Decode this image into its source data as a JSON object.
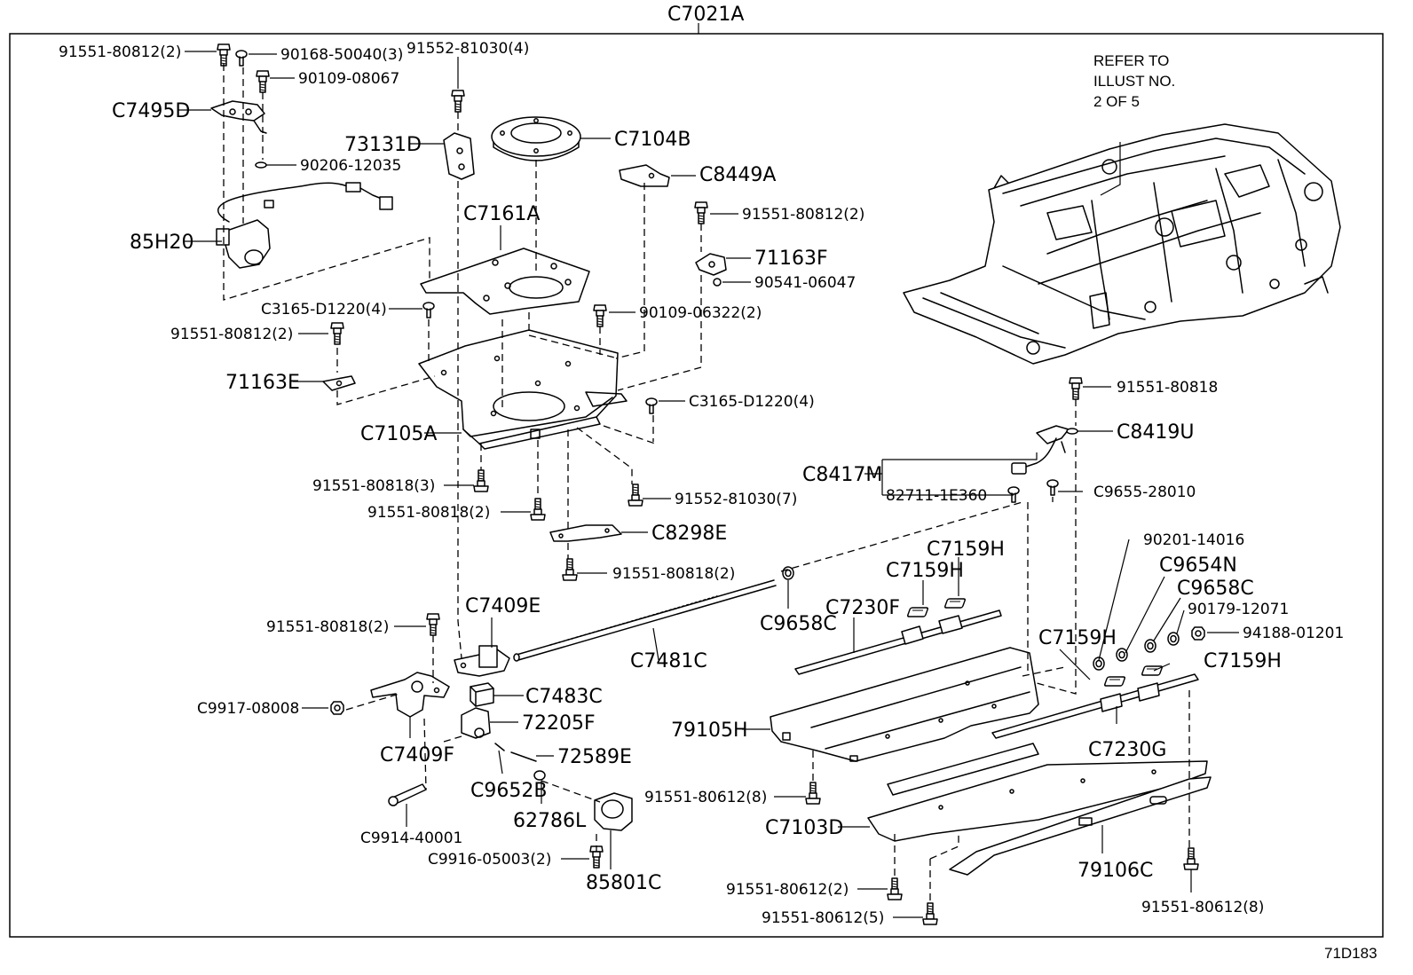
{
  "diagram": {
    "main_assembly": "C7021A",
    "illustration_code": "71D183",
    "refer_note": [
      "REFER TO",
      "ILLUST NO.",
      "2 OF 5"
    ],
    "labels": [
      {
        "id": "p91551_80812_2a",
        "text": "91551-80812(2)"
      },
      {
        "id": "p90168_50040_3",
        "text": "90168-50040(3)"
      },
      {
        "id": "p91552_81030_4",
        "text": "91552-81030(4)"
      },
      {
        "id": "p90109_08067",
        "text": "90109-08067"
      },
      {
        "id": "pC7495D",
        "text": "C7495D"
      },
      {
        "id": "p73131D",
        "text": "73131D"
      },
      {
        "id": "pC7104B",
        "text": "C7104B"
      },
      {
        "id": "p90206_12035",
        "text": "90206-12035"
      },
      {
        "id": "pC8449A",
        "text": "C8449A"
      },
      {
        "id": "pC7161A",
        "text": "C7161A"
      },
      {
        "id": "p91551_80812_2b",
        "text": "91551-80812(2)"
      },
      {
        "id": "p85H20",
        "text": "85H20"
      },
      {
        "id": "p71163F",
        "text": "71163F"
      },
      {
        "id": "p90541_06047",
        "text": "90541-06047"
      },
      {
        "id": "pC3165_D1220_4a",
        "text": "C3165-D1220(4)"
      },
      {
        "id": "p90109_06322_2",
        "text": "90109-06322(2)"
      },
      {
        "id": "p91551_80812_2c",
        "text": "91551-80812(2)"
      },
      {
        "id": "p71163E",
        "text": "71163E"
      },
      {
        "id": "pC3165_D1220_4b",
        "text": "C3165-D1220(4)"
      },
      {
        "id": "pC7105A",
        "text": "C7105A"
      },
      {
        "id": "p91551_80818",
        "text": "91551-80818"
      },
      {
        "id": "pC8419U",
        "text": "C8419U"
      },
      {
        "id": "pC8417M",
        "text": "C8417M"
      },
      {
        "id": "p91551_80818_3",
        "text": "91551-80818(3)"
      },
      {
        "id": "p82711_1E360",
        "text": "82711-1E360"
      },
      {
        "id": "pC9655_28010",
        "text": "C9655-28010"
      },
      {
        "id": "p91551_80818_2a",
        "text": "91551-80818(2)"
      },
      {
        "id": "p91552_81030_7",
        "text": "91552-81030(7)"
      },
      {
        "id": "pC8298E",
        "text": "C8298E"
      },
      {
        "id": "p90201_14016",
        "text": "90201-14016"
      },
      {
        "id": "pC7159H_a",
        "text": "C7159H"
      },
      {
        "id": "p91551_80818_2b",
        "text": "91551-80818(2)"
      },
      {
        "id": "pC9654N",
        "text": "C9654N"
      },
      {
        "id": "pC7159H_b",
        "text": "C7159H"
      },
      {
        "id": "pC9658C_a",
        "text": "C9658C"
      },
      {
        "id": "pC7409E",
        "text": "C7409E"
      },
      {
        "id": "pC7230F",
        "text": "C7230F"
      },
      {
        "id": "p90179_12071",
        "text": "90179-12071"
      },
      {
        "id": "p91551_80818_2c",
        "text": "91551-80818(2)"
      },
      {
        "id": "pC9658C_b",
        "text": "C9658C"
      },
      {
        "id": "p94188_01201",
        "text": "94188-01201"
      },
      {
        "id": "pC7159H_c",
        "text": "C7159H"
      },
      {
        "id": "pC7481C",
        "text": "C7481C"
      },
      {
        "id": "pC7159H_d",
        "text": "C7159H"
      },
      {
        "id": "pC7483C",
        "text": "C7483C"
      },
      {
        "id": "pC9917_08008",
        "text": "C9917-08008"
      },
      {
        "id": "p72205F",
        "text": "72205F"
      },
      {
        "id": "p79105H",
        "text": "79105H"
      },
      {
        "id": "pC7409F",
        "text": "C7409F"
      },
      {
        "id": "p72589E",
        "text": "72589E"
      },
      {
        "id": "pC7230G",
        "text": "C7230G"
      },
      {
        "id": "pC9652B",
        "text": "C9652B"
      },
      {
        "id": "p91551_80612_8a",
        "text": "91551-80612(8)"
      },
      {
        "id": "p62786L",
        "text": "62786L"
      },
      {
        "id": "pC9914_40001",
        "text": "C9914-40001"
      },
      {
        "id": "pC7103D",
        "text": "C7103D"
      },
      {
        "id": "p79106C",
        "text": "79106C"
      },
      {
        "id": "pC9916_05003_2",
        "text": "C9916-05003(2)"
      },
      {
        "id": "p85801C",
        "text": "85801C"
      },
      {
        "id": "p91551_80612_2",
        "text": "91551-80612(2)"
      },
      {
        "id": "p91551_80612_8b",
        "text": "91551-80612(8)"
      },
      {
        "id": "p91551_80612_5",
        "text": "91551-80612(5)"
      }
    ]
  }
}
